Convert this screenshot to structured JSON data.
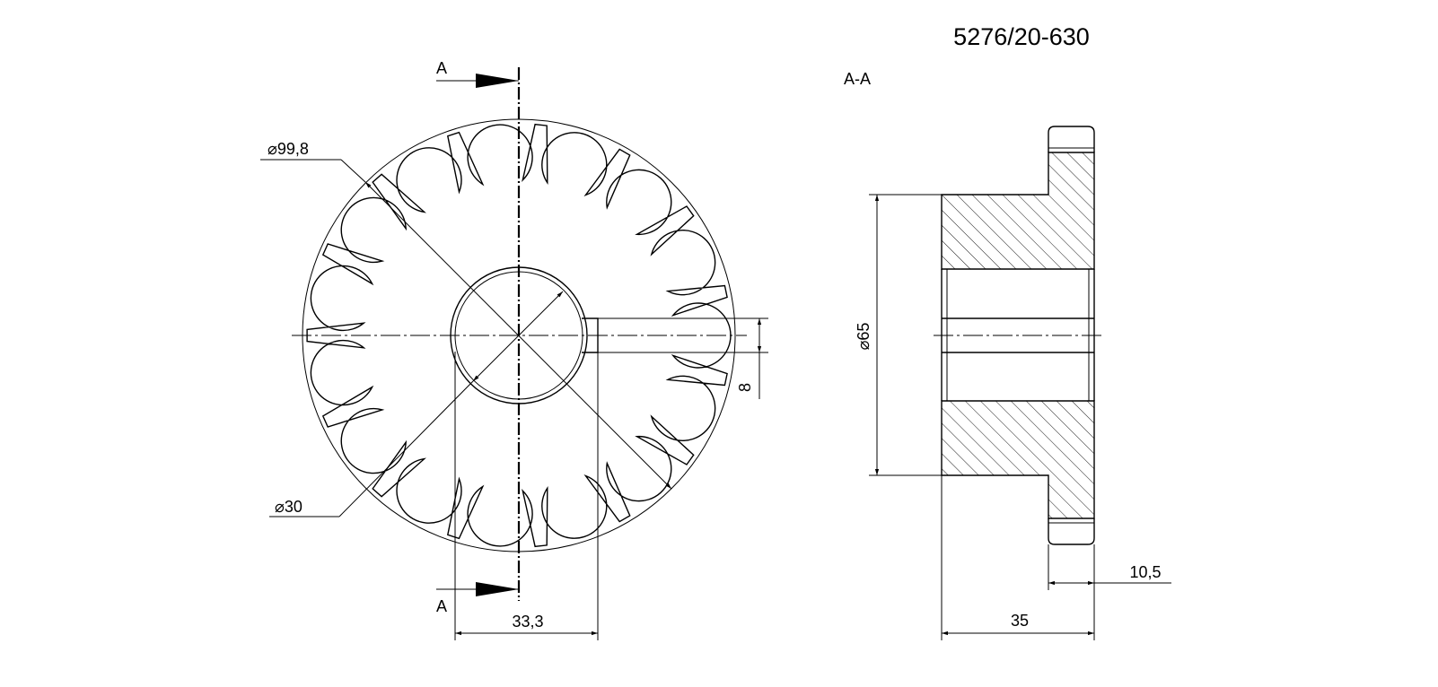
{
  "drawing": {
    "part_number": "5276/20-630",
    "section_label": "A-A",
    "cut_marker_top": "A",
    "cut_marker_bottom": "A",
    "front_view": {
      "tip_diameter": "⌀99,8",
      "bore_diameter": "⌀30",
      "keyway_depth": "33,3",
      "keyway_width": "8"
    },
    "section_view": {
      "hub_diameter": "⌀65",
      "tooth_width": "10,5",
      "total_width": "35"
    }
  },
  "geometry": {
    "teeth": 15
  }
}
